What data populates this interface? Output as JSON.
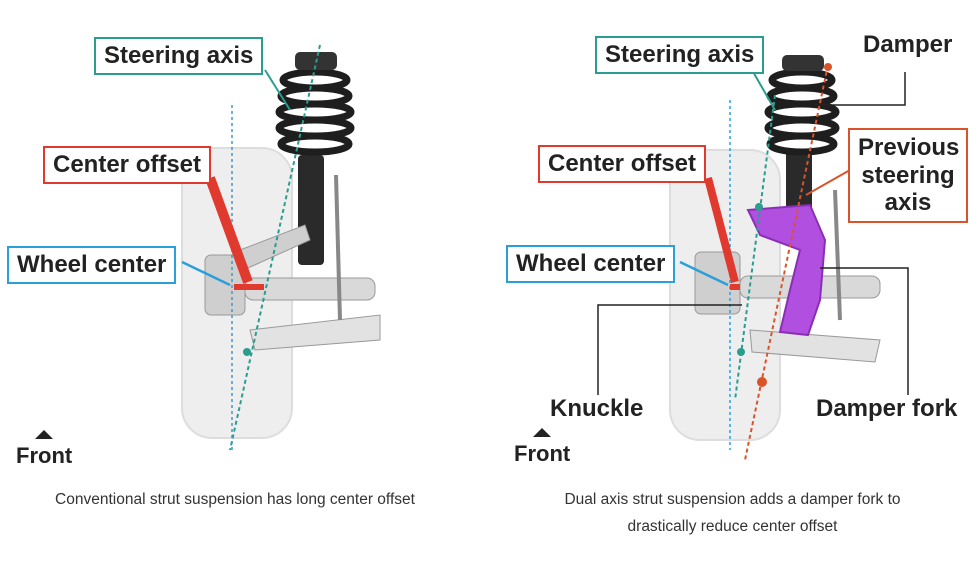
{
  "left_panel": {
    "labels": {
      "steering_axis": "Steering axis",
      "center_offset": "Center offset",
      "wheel_center": "Wheel center"
    },
    "front": "Front",
    "caption": "Conventional strut suspension has long center offset"
  },
  "right_panel": {
    "labels": {
      "steering_axis": "Steering axis",
      "center_offset": "Center offset",
      "wheel_center": "Wheel center",
      "damper": "Damper",
      "previous_steering_axis": "Previous steering axis",
      "knuckle": "Knuckle",
      "damper_fork": "Damper fork"
    },
    "front": "Front",
    "caption_line1": "Dual axis strut suspension adds a damper fork to",
    "caption_line2": "drastically reduce center offset"
  },
  "colors": {
    "steering_axis": "#2a9d8f",
    "center_offset": "#e03a2e",
    "wheel_center": "#2a9fd8",
    "previous_axis": "#d9542b",
    "damper_fork": "#b14fe0"
  }
}
